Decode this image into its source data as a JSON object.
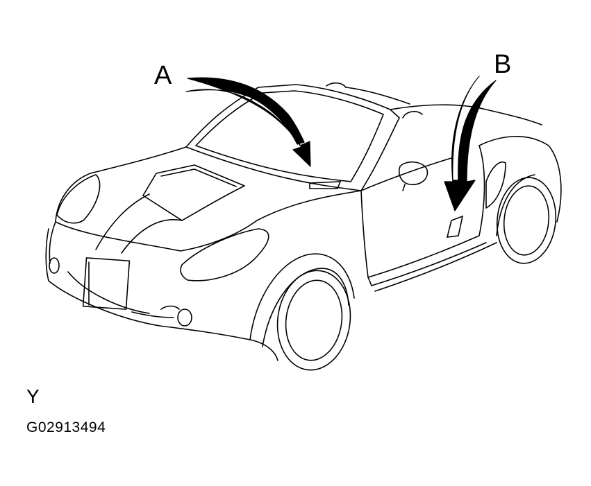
{
  "labels": {
    "callout_a": "A",
    "callout_b": "B",
    "view_code": "Y",
    "figure_id": "G02913494"
  },
  "colors": {
    "line": "#000000",
    "background": "#ffffff"
  }
}
